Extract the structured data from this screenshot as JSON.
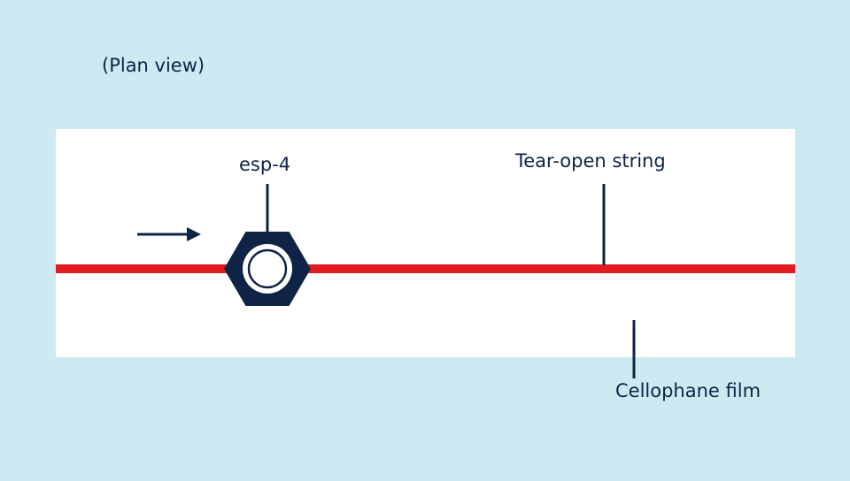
{
  "title": "(Plan view)",
  "labels": {
    "component": "esp-4",
    "string": "Tear-open string",
    "film": "Cellophane film"
  },
  "colors": {
    "background": "#cde9f2",
    "film": "#ffffff",
    "string": "#e31c23",
    "ink": "#0f2346"
  },
  "icons": {
    "direction": "arrow-right-icon",
    "component": "hex-nut-icon"
  }
}
